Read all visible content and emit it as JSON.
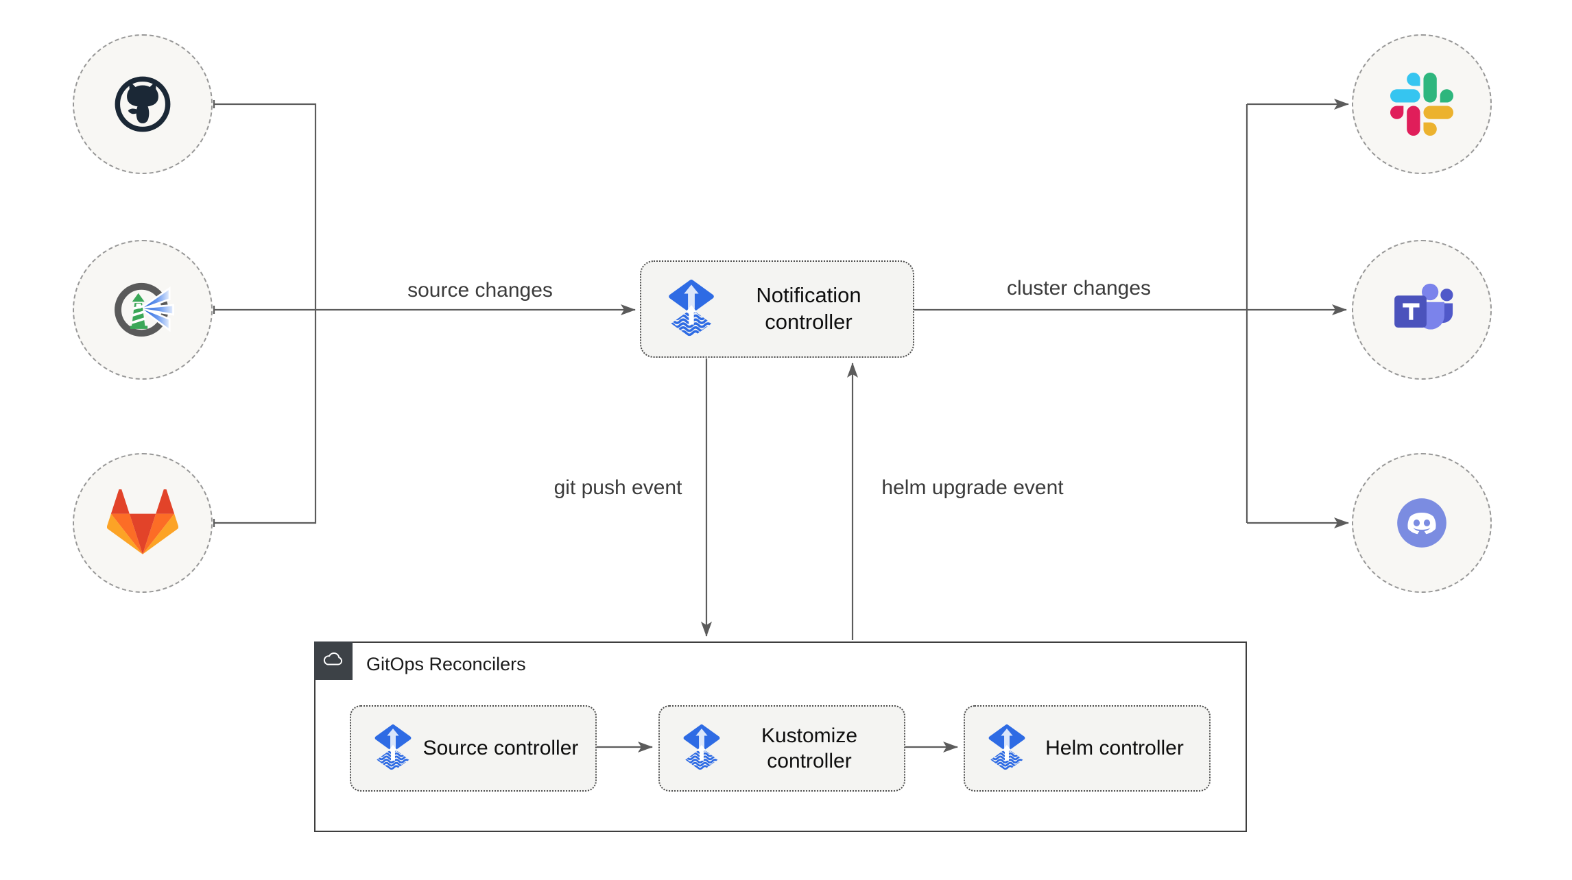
{
  "nodes": {
    "notification": {
      "label": "Notification controller"
    }
  },
  "group": {
    "title": "GitOps Reconcilers",
    "items": [
      {
        "label": "Source controller"
      },
      {
        "label": "Kustomize controller"
      },
      {
        "label": "Helm controller"
      }
    ]
  },
  "edges": {
    "source_changes": "source changes",
    "cluster_changes": "cluster changes",
    "git_push": "git push event",
    "helm_upgrade": "helm upgrade event"
  },
  "sources": [
    {
      "icon": "github"
    },
    {
      "icon": "harbor"
    },
    {
      "icon": "gitlab"
    }
  ],
  "notifiers": [
    {
      "icon": "slack"
    },
    {
      "icon": "microsoft-teams"
    },
    {
      "icon": "discord"
    }
  ],
  "colors": {
    "line_gray": "#5b5b5b",
    "flux_blue": "#2e6be4",
    "node_fill": "#f4f4f2",
    "circle_fill": "#f8f7f4",
    "group_badge": "#3d4247",
    "github_dark": "#1b2836",
    "harbor_green": "#3aa757",
    "gitlab_palette": [
      "#e24329",
      "#fc6d26",
      "#fca326"
    ],
    "slack_palette": [
      "#36C5F0",
      "#2EB67D",
      "#ECB22E",
      "#E01E5A"
    ],
    "teams_purple": "#5059c9",
    "discord_blurple": "#7289da"
  }
}
